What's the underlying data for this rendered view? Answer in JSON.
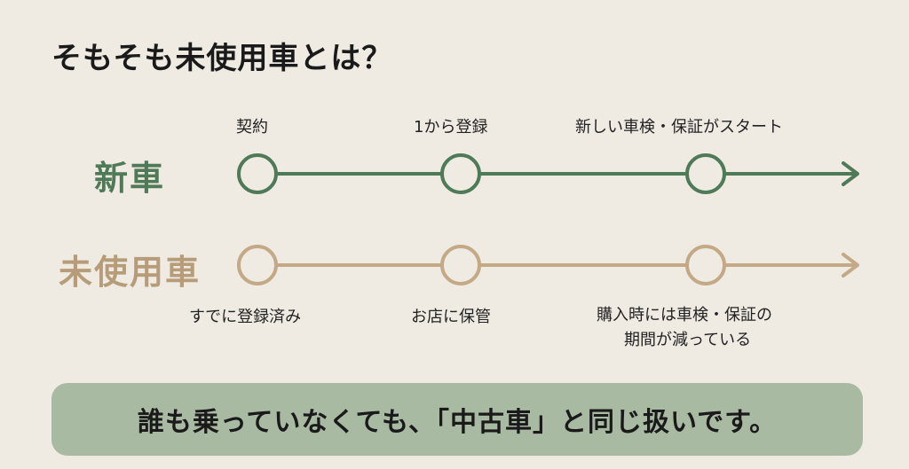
{
  "title": "そもそも未使用車とは？",
  "colors": {
    "background": "#efebe3",
    "new_car": "#4f7a58",
    "unused_car": "#c3a986",
    "banner": "#a9baa3"
  },
  "rows": {
    "new": {
      "label": "新車",
      "steps": [
        "契約",
        "1から登録",
        "新しい車検・保証がスタート"
      ]
    },
    "unused": {
      "label": "未使用車",
      "steps": [
        "すでに登録済み",
        "お店に保管",
        "購入時には車検・保証の",
        "期間が減っている"
      ]
    }
  },
  "banner": {
    "text": "誰も乗っていなくても、「中古車」と同じ扱いです。"
  }
}
